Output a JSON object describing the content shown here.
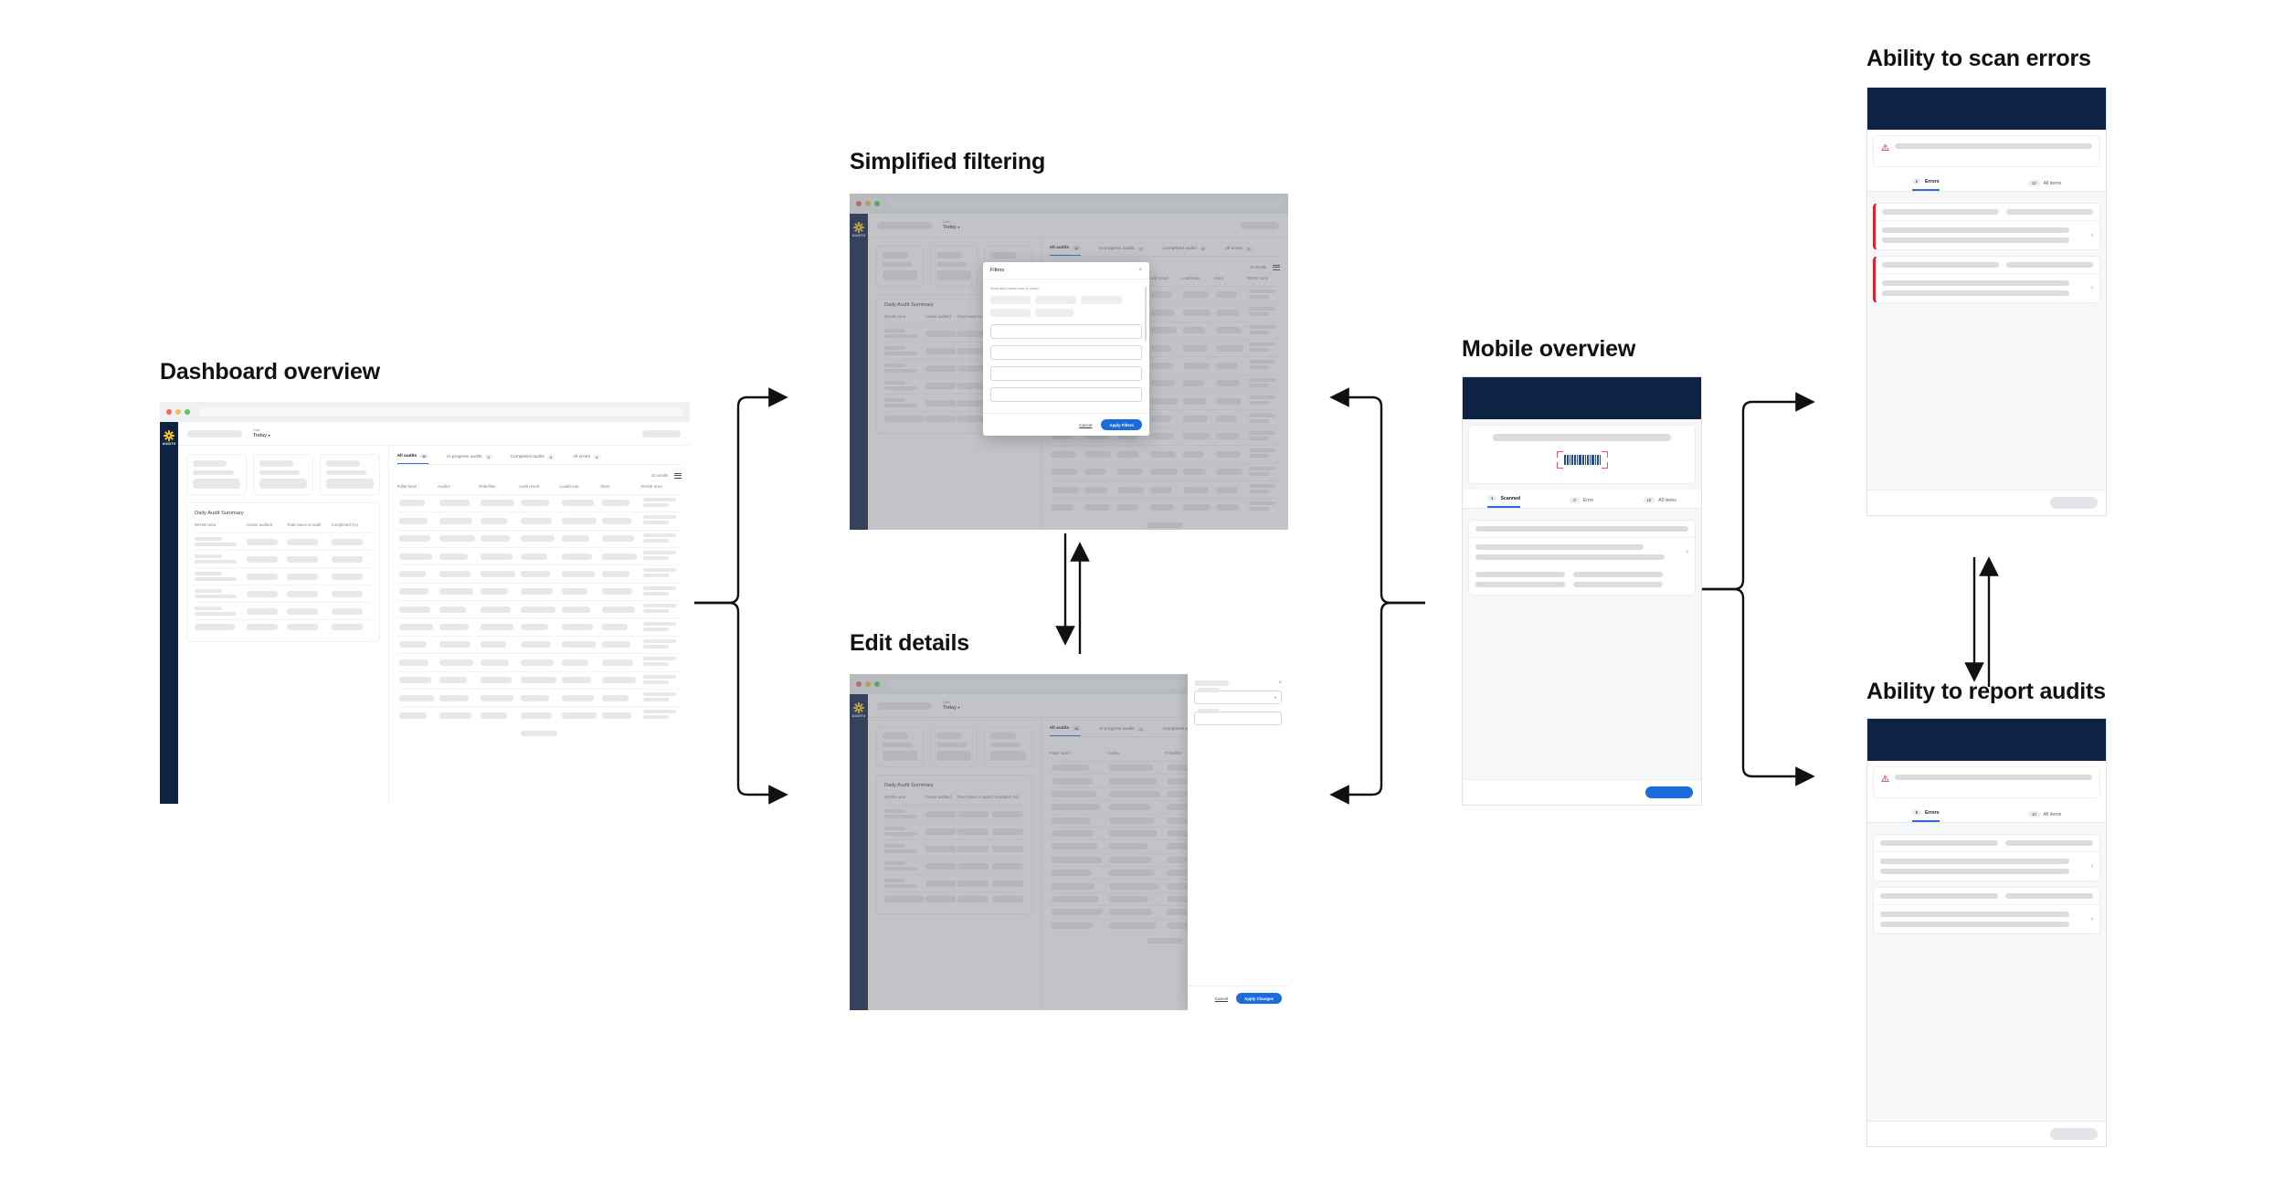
{
  "sections": {
    "dashboard": {
      "title": "Dashboard overview"
    },
    "filtering": {
      "title": "Simplified filtering"
    },
    "edit": {
      "title": "Edit details"
    },
    "mobile": {
      "title": "Mobile overview"
    },
    "scan_errors": {
      "title": "Ability to scan errors"
    },
    "report_audits": {
      "title": "Ability to report audits"
    }
  },
  "brand": {
    "rail_word": "AUDITit",
    "accent": "#1a6bdc",
    "navy": "#0e2244",
    "spark": "#ffc220",
    "error_red": "#e0202e"
  },
  "desktop": {
    "date_label": "Date",
    "date_value": "Today",
    "date_caret": "▾",
    "tabs": [
      {
        "label": "All audits",
        "count": "12",
        "active": true
      },
      {
        "label": "In-progress audits",
        "count": "3",
        "active": false
      },
      {
        "label": "Completed audits",
        "count": "9",
        "active": false
      },
      {
        "label": "All errors",
        "count": "3",
        "active": false
      }
    ],
    "results_text": "12 results",
    "summary_card": {
      "title": "Daily Audit Summary",
      "columns": [
        "WHSE area",
        "Cases audited",
        "Total cases to audit",
        "Completed (%)"
      ],
      "row_count": 6
    },
    "table": {
      "columns": [
        "Pallet label",
        "Auditor",
        "Orderfiller",
        "Audit result",
        "Load/route",
        "Store",
        "WHSE area"
      ],
      "sort_indicator": "↓",
      "row_count": 13
    }
  },
  "filters_modal": {
    "title": "Filters",
    "close_icon": "×",
    "hint": "Work area (select one or more)",
    "chip_count": 5,
    "field_count": 4,
    "cancel_label": "Cancel",
    "apply_label": "Apply Filters"
  },
  "edit_drawer": {
    "close_icon": "×",
    "field_count": 2,
    "select_caret": "▾",
    "cancel_label": "Cancel",
    "apply_label": "Apply Changes"
  },
  "mobile_overview": {
    "tabs": [
      {
        "count": "1",
        "label": "Scanned",
        "active": true
      },
      {
        "count": "0",
        "label": "Error",
        "active": false
      },
      {
        "count": "10",
        "label": "All items",
        "active": false
      }
    ],
    "scanner": {
      "barcode_bars": 26
    },
    "cta": "primary"
  },
  "scan_errors_screen": {
    "tabs": [
      {
        "count": "2",
        "label": "Errors",
        "active": true
      },
      {
        "count": "10",
        "label": "All items",
        "active": false
      }
    ],
    "warning_icon": "warning-triangle",
    "error_rows": 2,
    "cta": "disabled"
  },
  "report_audits_screen": {
    "tabs": [
      {
        "count": "0",
        "label": "Errors",
        "active": true
      },
      {
        "count": "10",
        "label": "All items",
        "active": false
      }
    ],
    "warning_icon": "warning-triangle",
    "rows": 2,
    "cta": "disabled"
  }
}
